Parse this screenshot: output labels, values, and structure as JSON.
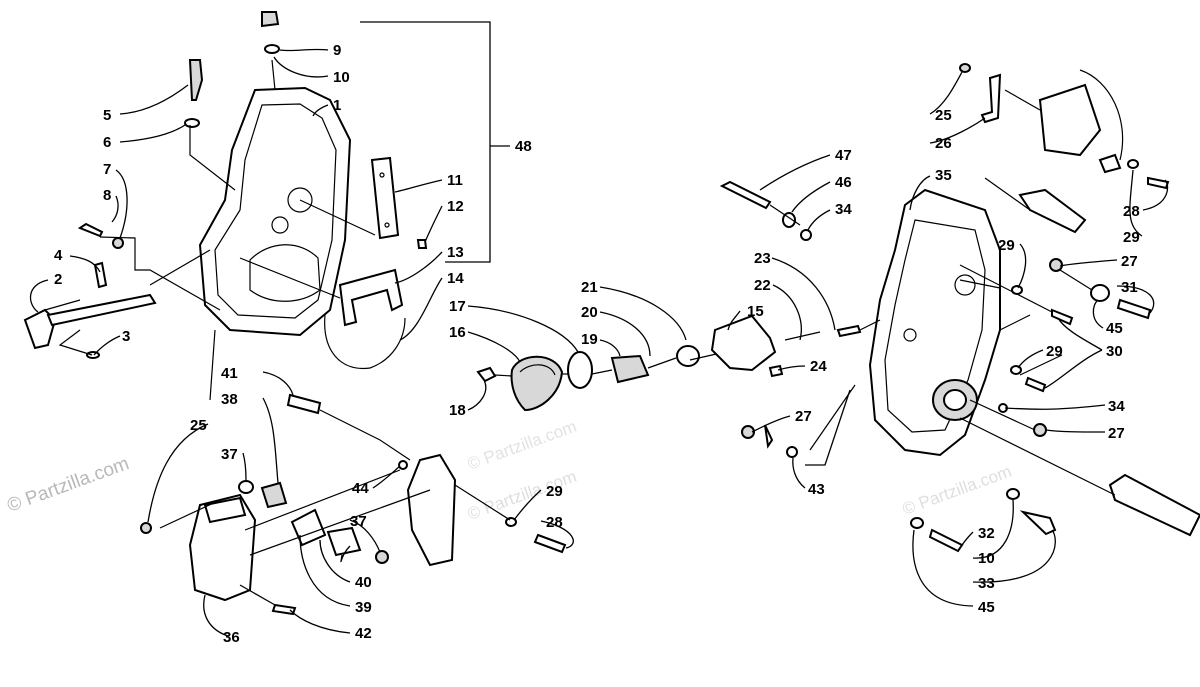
{
  "watermark": "© Partzilla.com",
  "callouts": [
    "1",
    "2",
    "3",
    "4",
    "5",
    "6",
    "7",
    "8",
    "9",
    "10",
    "11",
    "12",
    "13",
    "14",
    "15",
    "16",
    "17",
    "18",
    "19",
    "20",
    "21",
    "22",
    "23",
    "24",
    "25",
    "26",
    "27",
    "28",
    "29",
    "30",
    "31",
    "32",
    "33",
    "34",
    "35",
    "36",
    "37",
    "38",
    "39",
    "40",
    "41",
    "42",
    "43",
    "44",
    "45",
    "46",
    "47",
    "48"
  ],
  "icons": {
    "chain_case_cover": "gear-case-cover-icon",
    "gear_case_housing": "gear-case-housing-icon",
    "shaft": "splined-shaft-icon",
    "bolt": "bolt-icon",
    "bearing": "bearing-icon"
  }
}
